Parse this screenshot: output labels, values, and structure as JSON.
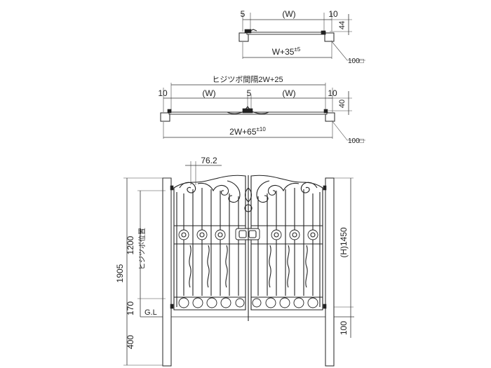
{
  "view1": {
    "dim_left": "5",
    "dim_w": "(W)",
    "dim_right": "10",
    "dim_vert": "44",
    "total": "W+35",
    "tol": "±5",
    "post": "100□"
  },
  "view2": {
    "hinge_span": "ヒジツボ間隔2W+25",
    "dim_left": "10",
    "dim_w1": "(W)",
    "dim_mid": "5",
    "dim_w2": "(W)",
    "dim_right": "10",
    "dim_vert": "40",
    "total": "2W+65",
    "tol": "±10",
    "post": "100□"
  },
  "elev": {
    "top_offset": "76.2",
    "total_height": "1905",
    "hinge_height": "1200",
    "hinge_label": "ヒジツボ位置",
    "gl_offset": "170",
    "embed": "400",
    "gl": "G.L",
    "gate_height": "(H)1450",
    "ground_clear": "100"
  }
}
